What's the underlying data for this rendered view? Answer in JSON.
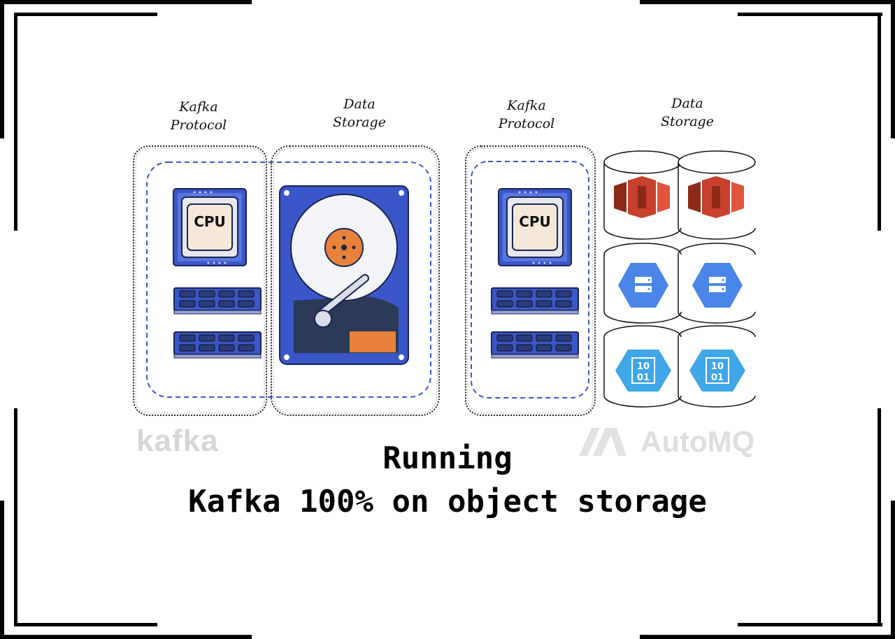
{
  "labels": {
    "kafka_protocol_1": [
      "Kafka",
      "Protocol"
    ],
    "data_storage_1": [
      "Data",
      "Storage"
    ],
    "kafka_protocol_2": [
      "Kafka",
      "Protocol"
    ],
    "data_storage_2": [
      "Data",
      "Storage"
    ]
  },
  "chips": {
    "cpu_left": "CPU",
    "cpu_right": "CPU"
  },
  "binary": {
    "line1": "10",
    "line2": "01"
  },
  "watermarks": {
    "kafka": "kafka",
    "automq": "AutoMQ"
  },
  "headline": {
    "line1": "Running",
    "line2": "Kafka 100% on object storage"
  },
  "colors": {
    "cpu_blue": "#3a56c9",
    "hdd_blue": "#3a56c9",
    "hdd_dark": "#2b3a56",
    "hdd_orange": "#e8823a",
    "s3_red": "#c7412c",
    "gcp_blue": "#4a86e8",
    "azure_blue": "#3fa6e8"
  }
}
